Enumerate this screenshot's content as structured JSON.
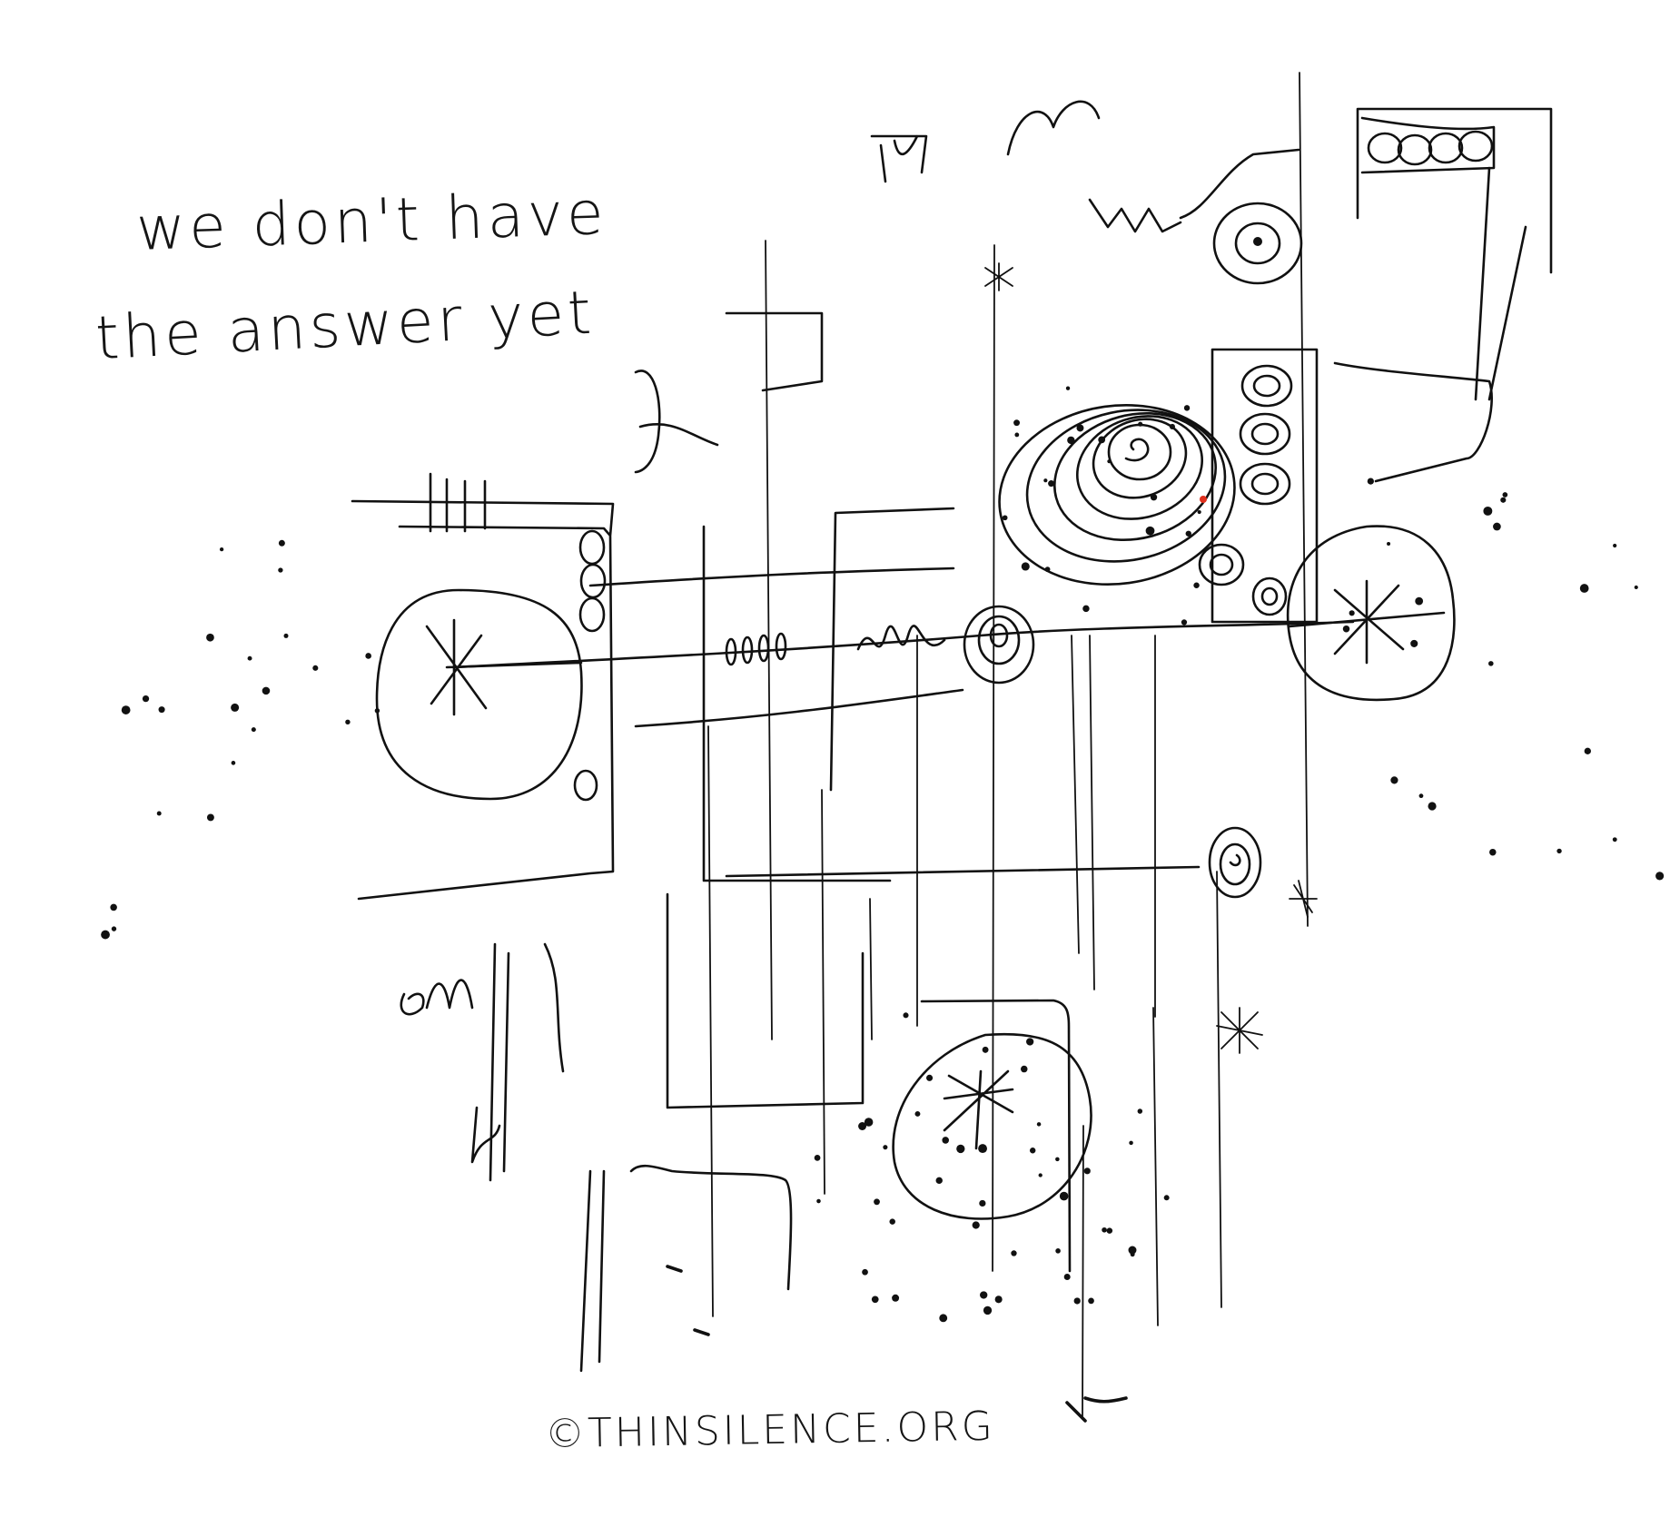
{
  "caption": {
    "line_1": "we don't have",
    "line_2": "the answer yet"
  },
  "signature": "©THINSILENCE.ORG",
  "colors": {
    "ink": "#111111",
    "paper": "#ffffff",
    "accent_dot": "#e0301e"
  }
}
